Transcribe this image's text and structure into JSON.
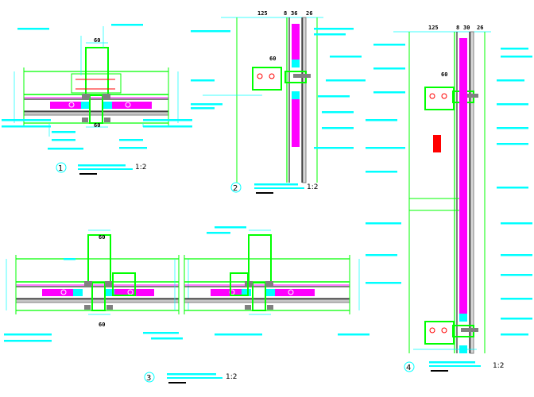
{
  "colors": {
    "frame": "#00ff00",
    "annotation": "#00ffff",
    "glass": "#ff00ff",
    "spacer": "#00ffff",
    "gasket": "#808080",
    "bolt": "#ff0000",
    "background": "#ffffff"
  },
  "details": [
    {
      "number": "1",
      "scale": "1:2",
      "dims": {
        "top": "60",
        "bottom": "60"
      }
    },
    {
      "number": "2",
      "scale": "1:2",
      "dims": {
        "a": "125",
        "b": "8",
        "c": "36",
        "d": "26",
        "e": "60"
      }
    },
    {
      "number": "3",
      "scale": "1:2",
      "dims": {
        "top": "60",
        "bottom": "60"
      }
    },
    {
      "number": "4",
      "scale": "1:2",
      "dims": {
        "a": "125",
        "b": "8",
        "c": "30",
        "d": "26",
        "e": "60"
      }
    }
  ]
}
